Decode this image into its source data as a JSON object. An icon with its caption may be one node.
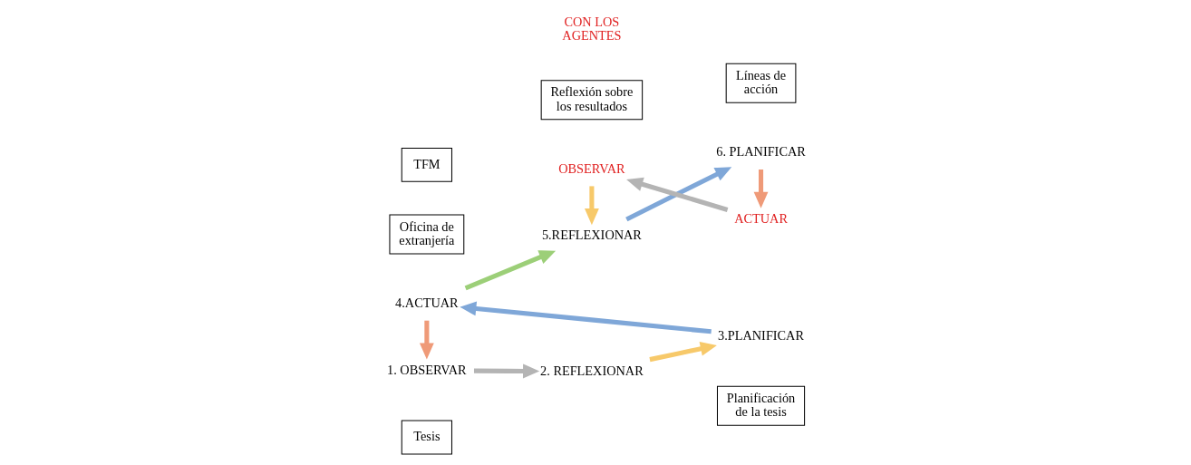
{
  "diagram": {
    "nodes": [
      {
        "text": [
          "Tesis"
        ]
      },
      {
        "text": [
          "Planificación de la tesis"
        ]
      },
      {
        "text": [
          "4.ACTUAR"
        ]
      },
      {
        "text": [
          "3.PLANIFICAR"
        ]
      },
      {
        "text": [
          "1. OBSERVAR"
        ]
      },
      {
        "text": [
          "Oficina de extranjería"
        ]
      },
      {
        "text": [
          "2. REFLEXIONAR"
        ]
      },
      {
        "text": [
          "TFM"
        ]
      },
      {
        "text": [
          "Reflexión sobre los resultados"
        ]
      },
      {
        "text": [
          "Líneas de acción"
        ]
      },
      {
        "text": [
          "5.REFLEXIONAR"
        ]
      },
      {
        "text": [
          "6. PLANIFICAR"
        ]
      },
      {
        "text": [
          "CON LOS AGENTES"
        ]
      },
      {
        "text": [
          "OBSERVAR"
        ]
      },
      {
        "text": [
          "ACTUAR"
        ]
      }
    ],
    "edges": [
      {
        "from": 3,
        "to": 2,
        "arrow": "to",
        "color": "#7fa7d8"
      },
      {
        "from": 2,
        "to": 4,
        "arrow": "to",
        "color": "#ef9a78"
      },
      {
        "from": 4,
        "to": 6,
        "arrow": "to",
        "color": "#b4b4b4"
      },
      {
        "from": 6,
        "to": 3,
        "arrow": "to",
        "color": "#f7c96a"
      },
      {
        "from": 2,
        "to": 10,
        "arrow": "to",
        "color": "#9ccf78"
      },
      {
        "from": 10,
        "to": 11,
        "arrow": "to",
        "color": "#7fa7d8"
      },
      {
        "from": 11,
        "to": 14,
        "arrow": "to",
        "color": "#ef9a78"
      },
      {
        "from": 14,
        "to": 13,
        "arrow": "to",
        "color": "#b4b4b4"
      },
      {
        "from": 13,
        "to": 10,
        "arrow": "to",
        "color": "#f7c96a"
      }
    ]
  }
}
